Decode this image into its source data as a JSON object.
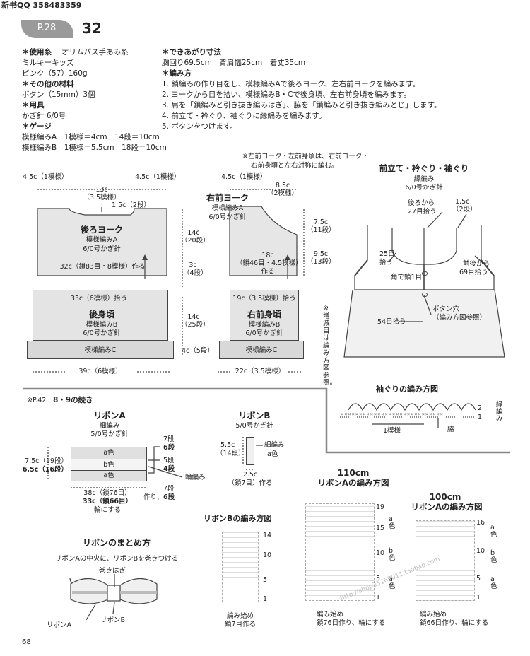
{
  "header": {
    "source": "新书QQ 358483359",
    "page_ref": "P.28",
    "number": "32"
  },
  "materials": {
    "yarn_h": "＊使用糸",
    "yarn_brand": "オリムパス手あみ糸",
    "yarn_name": "ミルキーキッズ",
    "yarn_color": "ピンク（57）160g",
    "other_h": "＊その他の材料",
    "other": "ボタン（15mm）3個",
    "tools_h": "＊用具",
    "tools": "かぎ針 6/0号",
    "gauge_h": "＊ゲージ",
    "gauge_a": "模様編みA　1模様＝4cm　14段＝10cm",
    "gauge_b": "模様編みB　1模様＝5.5cm　18段＝10cm"
  },
  "finished": {
    "h": "＊できあがり寸法",
    "size": "胸回り69.5cm　背肩幅25cm　着丈35cm",
    "method_h": "＊編み方",
    "steps": [
      "1. 鎖編みの作り目をし、模様編みAで後ろヨーク、左右前ヨークを編みます。",
      "2. ヨークから目を拾い、模様編みB・Cで後身頃、左右前身頃を編みます。",
      "3. 肩を「鎖編みと引き抜き編みはぎ」、脇を「鎖編みと引き抜き編みとじ」します。",
      "4. 前立て・衿ぐり、袖ぐりに縁編みを編みます。",
      "5. ボタンをつけます。"
    ]
  },
  "note_top": [
    "※左前ヨーク・左前身頃は、右前ヨーク・",
    "右前身頃と左右対称に編む。"
  ],
  "back": {
    "d1": "4.5c（1模様）",
    "d2": "13c",
    "d3": "（3.5模様）",
    "d4": "4.5c（1模様）",
    "d5": "1.5c（2段）",
    "yoke_title": "後ろヨーク",
    "yoke_p": "模様編みA",
    "yoke_h": "6/0号かぎ針",
    "d6": "14c",
    "d7": "（20段）",
    "d8": "32c（鎖83目・8模様）作る",
    "d9": "3c",
    "d10": "（4段）",
    "d11": "33c（6模様）拾う",
    "body_title": "後身頃",
    "body_p": "模様編みB",
    "body_h": "6/0号かぎ針",
    "d12": "14c",
    "d13": "（25段）",
    "border": "模様編みC",
    "d14": "4c（5段）",
    "d15": "39c（6模様）"
  },
  "front": {
    "d1": "4.5c（1模様）",
    "d2": "8.5c",
    "d3": "（2模様）",
    "yoke_title": "右前ヨーク",
    "yoke_p": "模様編みA",
    "yoke_h": "6/0号かぎ針",
    "d4": "7.5c",
    "d5": "（11段）",
    "d6": "18c",
    "d7": "（鎖46目・4.5模様）",
    "d8": "作る",
    "d9": "9.5c",
    "d10": "（13段）",
    "d11": "19c（3.5模様）拾う",
    "body_title": "右前身頃",
    "body_p": "模様編みB",
    "body_h": "6/0号かぎ針",
    "border": "模様編みC",
    "d12": "22c（3.5模様）",
    "note": "※増減目は編み方図参照。"
  },
  "edging": {
    "title": "前立て・衿ぐり・袖ぐり",
    "p": "縁編み",
    "h": "6/0号かぎ針",
    "l1": "後ろから",
    "l2": "27目拾う",
    "l3": "1.5c",
    "l4": "（2段）",
    "l5": "25目",
    "l6": "拾う",
    "l7": "前後から",
    "l8": "69目拾う",
    "l9": "角で鎖1目",
    "l10": "ボタン穴",
    "l11": "（編み方図参照）",
    "l12": "54目拾う"
  },
  "cont": {
    "ref": "※P.42",
    "title": "8・9の続き"
  },
  "armhole": {
    "title": "袖ぐりの編み方図",
    "one": "1模様",
    "side": "脇",
    "edge": "縁編み",
    "r2": "2",
    "r1": "1"
  },
  "ribbon_a": {
    "title": "リボンA",
    "p": "細編み",
    "h": "5/0号かぎ針",
    "l1": "7.5c（19段）",
    "l2": "6.5c（16段）",
    "c1": "a色",
    "c2": "b色",
    "c3": "a色",
    "r1": "7段",
    "r2": "6段",
    "r3": "5段",
    "r4": "4段",
    "r5": "7段",
    "r6": "6段",
    "ring": "輪編み",
    "b1": "38c（鎖76目）",
    "b2": "33c（鎖66目）",
    "b3": "作り、",
    "b4": "輪にする"
  },
  "ribbon_b": {
    "title": "リボンB",
    "h": "5/0号かぎ針",
    "l1": "5.5c",
    "l2": "（14段）",
    "r1": "細編み",
    "r2": "a色",
    "b1": "2.5c",
    "b2": "（鎖7目）作る"
  },
  "assembly": {
    "title": "リボンのまとめ方",
    "desc": "リボンAの中央に、リボンBを巻きつける",
    "l1": "巻きはぎ",
    "l2": "リボンA",
    "l3": "リボンB"
  },
  "chart_b": {
    "title": "リボンBの編み方図",
    "r14": "14",
    "r10": "10",
    "r5": "5",
    "r1": "1",
    "start1": "編み始め",
    "start2": "鎖7目作る"
  },
  "chart_110": {
    "title1": "110cm",
    "title2": "リボンAの編み方図",
    "r19": "19",
    "r15": "15",
    "r10": "10",
    "r5": "5",
    "r1": "1",
    "a1": "a色",
    "b": "b色",
    "a2": "a色",
    "start1": "編み始め",
    "start2": "鎖76目作り、輪にする"
  },
  "chart_100": {
    "title1": "100cm",
    "title2": "リボンAの編み方図",
    "r16": "16",
    "r10": "10",
    "r5": "5",
    "r1": "1",
    "a1": "a色",
    "b": "b色",
    "a2": "a色",
    "start1": "編み始め",
    "start2": "鎖66目作り、輪にする"
  },
  "watermark": "http://shop35169011.taobao.com",
  "page_no": "68"
}
